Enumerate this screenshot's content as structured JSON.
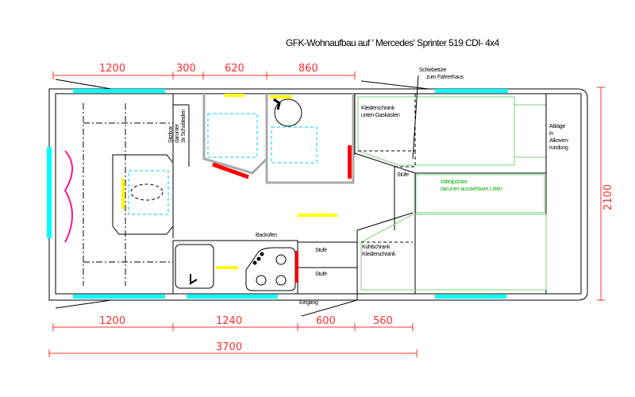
{
  "title": "GFK-Wohnaufbau auf ' Mercedes' Sprinter 519 CDI- 4x4",
  "dimensions": {
    "top": [
      "1200",
      "300",
      "620",
      "860"
    ],
    "bottom": [
      "1200",
      "1240",
      "600",
      "560"
    ],
    "total_length": "3700",
    "width": "2100"
  },
  "labels": {
    "sliding_door_1": "Schiebetüre",
    "sliding_door_2": "zum Fahrerhaus",
    "wardrobe_gas_1": "Kleiderschrank",
    "wardrobe_gas_2": "unten Gaskasten",
    "shelf_1": "Ablage",
    "shelf_2": "in",
    "shelf_3": "Alkoven-",
    "shelf_4": "rundung",
    "step_top": "Stufe",
    "middle_cushion_1": "Mittelpolster",
    "middle_cushion_2": "darunter ausziehbare Leiter",
    "seatbox_1": "Sitzbox",
    "seatbox_2": "darunter",
    "seatbox_3": "3x Schubladen",
    "oven": "Backofen",
    "step_1": "Stufe",
    "step_2": "Stufe",
    "fridge_1": "Kühlschrank",
    "fridge_2": "Kleiderschrank",
    "entrance": "Eingang"
  },
  "colors": {
    "dimension": "#ff3030",
    "window": "#00ffff",
    "bed": "#7fd07f",
    "marker_red": "#ff0000",
    "marker_yellow": "#ffff00",
    "marker_magenta": "#ff1493"
  }
}
